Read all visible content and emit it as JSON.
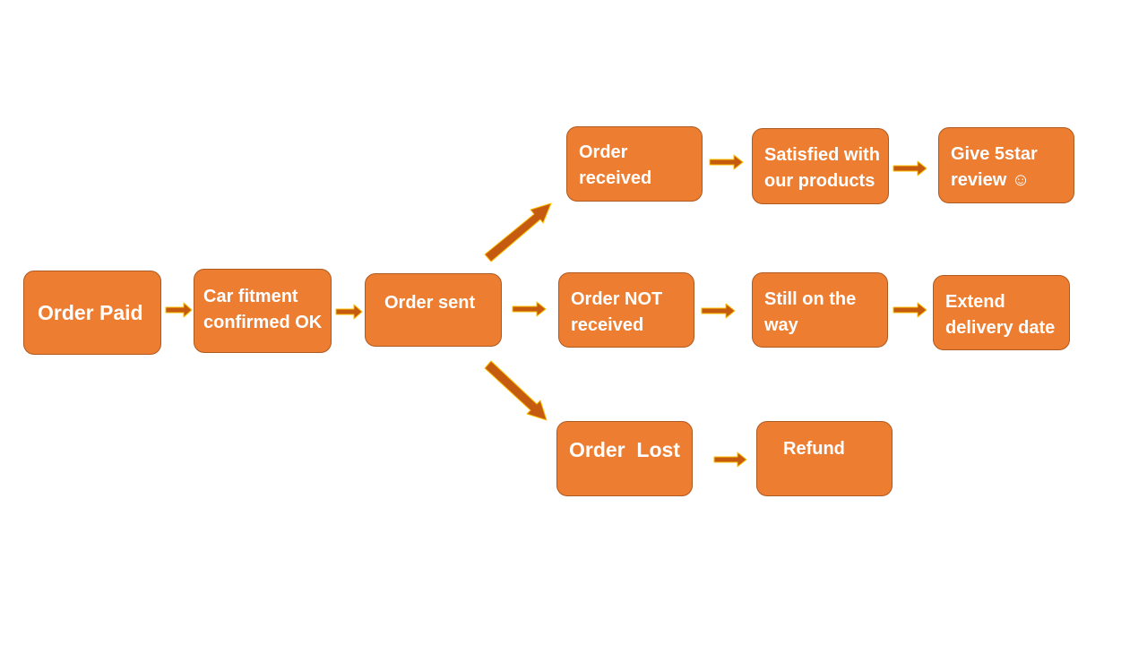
{
  "colors": {
    "node_fill": "#ed7d31",
    "node_border": "#ae5a21",
    "node_text": "#ffffff",
    "arrow_fill": "#c55a11",
    "arrow_outline": "#ffc000"
  },
  "nodes": {
    "order_paid": {
      "lines": [
        "Order Paid"
      ]
    },
    "car_fitment": {
      "lines": [
        "Car fitment",
        "confirmed OK"
      ]
    },
    "order_sent": {
      "lines": [
        "Order sent"
      ]
    },
    "order_received": {
      "lines": [
        "Order",
        "received"
      ]
    },
    "satisfied": {
      "lines": [
        "Satisfied with",
        "our products"
      ]
    },
    "give_review": {
      "lines": [
        "Give 5star",
        "review ☺"
      ]
    },
    "order_not_received": {
      "lines": [
        "Order NOT",
        "received"
      ]
    },
    "still_on_way": {
      "lines": [
        "Still on the",
        "way"
      ]
    },
    "extend_delivery": {
      "lines": [
        "Extend",
        "delivery date"
      ]
    },
    "order_lost": {
      "lines": [
        "Order  Lost"
      ]
    },
    "refund": {
      "lines": [
        "Refund"
      ]
    }
  },
  "edges": [
    {
      "from": "order_paid",
      "to": "car_fitment"
    },
    {
      "from": "car_fitment",
      "to": "order_sent"
    },
    {
      "from": "order_sent",
      "to": "order_received"
    },
    {
      "from": "order_sent",
      "to": "order_not_received"
    },
    {
      "from": "order_sent",
      "to": "order_lost"
    },
    {
      "from": "order_received",
      "to": "satisfied"
    },
    {
      "from": "satisfied",
      "to": "give_review"
    },
    {
      "from": "order_not_received",
      "to": "still_on_way"
    },
    {
      "from": "still_on_way",
      "to": "extend_delivery"
    },
    {
      "from": "order_lost",
      "to": "refund"
    }
  ]
}
